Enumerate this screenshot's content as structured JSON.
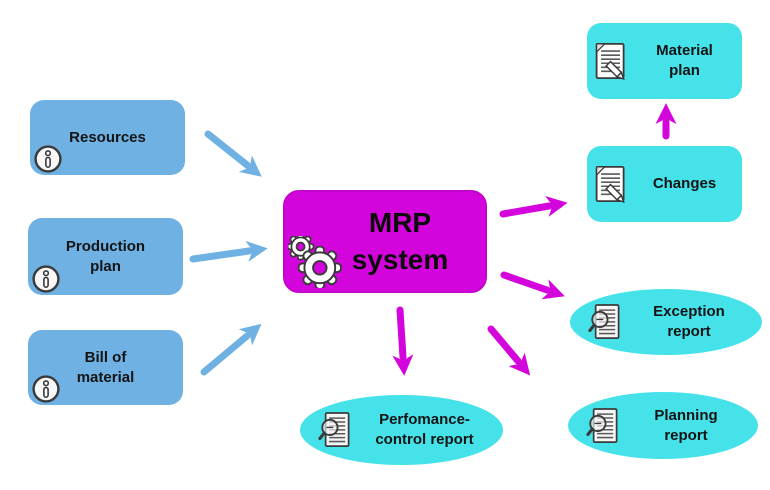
{
  "colors": {
    "input_box": "#6fb1e3",
    "output_box": "#45e2ea",
    "center_box": "#d405dc",
    "arrow_blue": "#6fb1e3",
    "arrow_magenta": "#d405dc",
    "label_text": "#141414"
  },
  "diagram": {
    "inputs": [
      {
        "id": "resources",
        "label": "Resources",
        "icon": "info-icon"
      },
      {
        "id": "production-plan",
        "label": "Production\nplan",
        "icon": "info-icon"
      },
      {
        "id": "bill-of-material",
        "label": "Bill of\nmaterial",
        "icon": "info-icon"
      }
    ],
    "center": {
      "id": "mrp-system",
      "label": "MRP\nsystem",
      "icon": "gears-icon"
    },
    "outputs": [
      {
        "id": "material-plan",
        "label": "Material\nplan",
        "icon": "note-pencil-icon",
        "shape": "rounded-rect"
      },
      {
        "id": "changes",
        "label": "Changes",
        "icon": "note-pencil-icon",
        "shape": "rounded-rect"
      },
      {
        "id": "exception-report",
        "label": "Exception\nreport",
        "icon": "report-magnifier-icon",
        "shape": "ellipse"
      },
      {
        "id": "planning-report",
        "label": "Planning\nreport",
        "icon": "report-magnifier-icon",
        "shape": "ellipse"
      },
      {
        "id": "performance-control-report",
        "label": "Perfomance-\ncontrol report",
        "icon": "report-magnifier-icon",
        "shape": "ellipse"
      }
    ],
    "connections": [
      {
        "from": "resources",
        "to": "mrp-system",
        "color": "blue"
      },
      {
        "from": "production-plan",
        "to": "mrp-system",
        "color": "blue"
      },
      {
        "from": "bill-of-material",
        "to": "mrp-system",
        "color": "blue"
      },
      {
        "from": "mrp-system",
        "to": "changes",
        "color": "magenta"
      },
      {
        "from": "changes",
        "to": "material-plan",
        "color": "magenta"
      },
      {
        "from": "mrp-system",
        "to": "exception-report",
        "color": "magenta"
      },
      {
        "from": "mrp-system",
        "to": "planning-report",
        "color": "magenta"
      },
      {
        "from": "mrp-system",
        "to": "performance-control-report",
        "color": "magenta"
      }
    ]
  }
}
